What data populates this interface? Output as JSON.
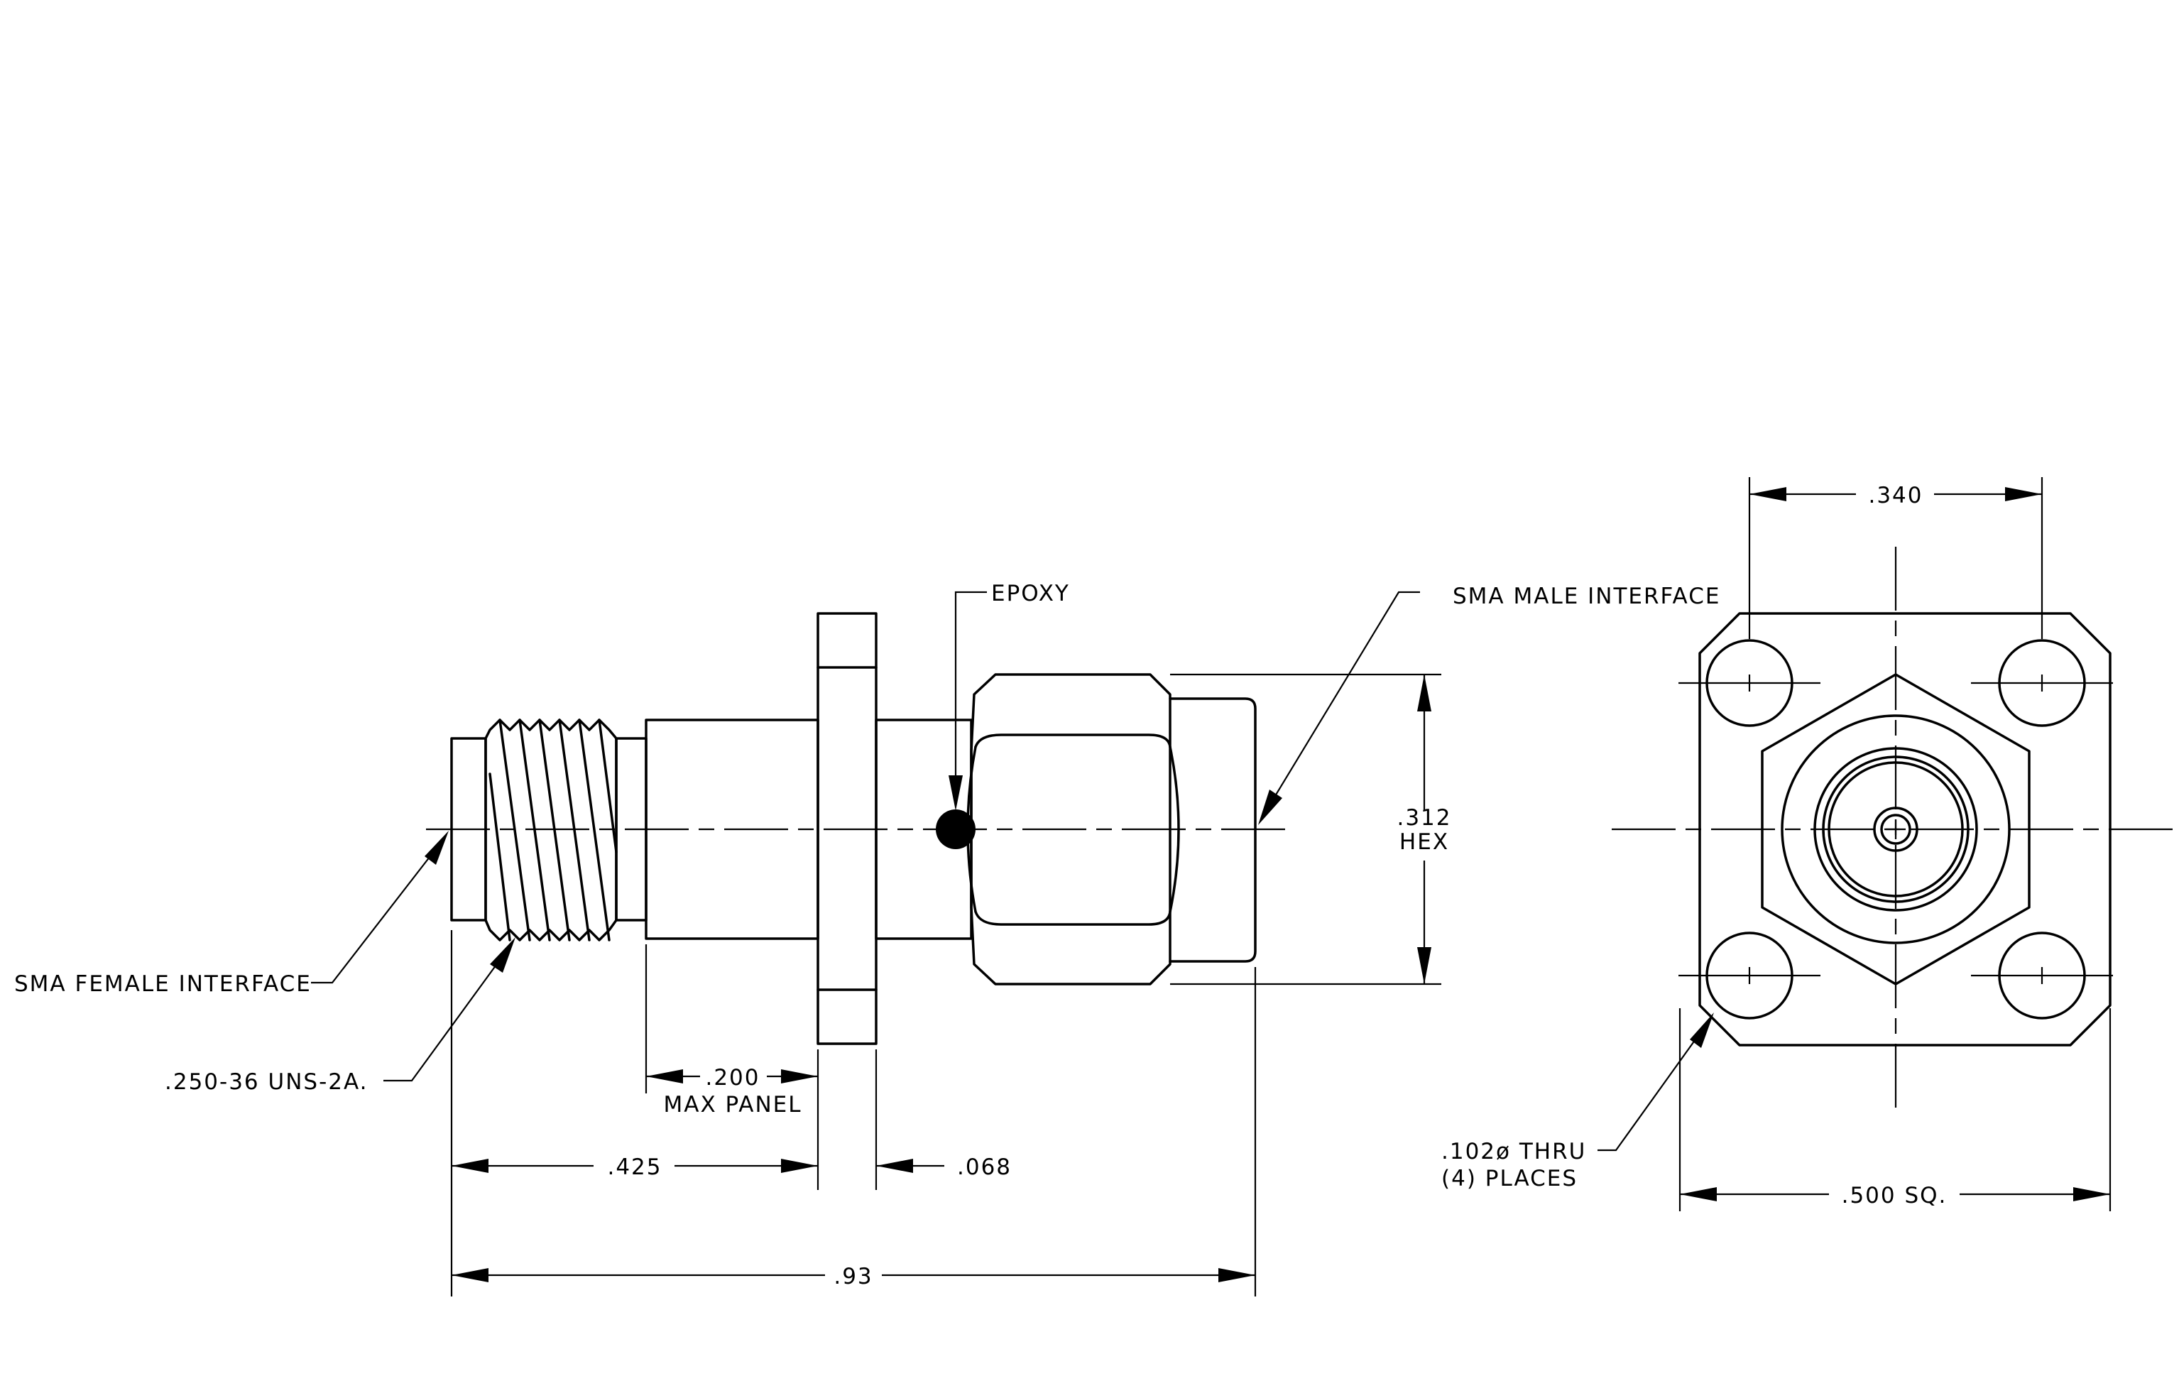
{
  "labels": {
    "epoxy": "EPOXY",
    "sma_male": "SMA MALE INTERFACE",
    "sma_female": "SMA FEMALE INTERFACE",
    "thread": ".250-36 UNS-2A.",
    "hex_value": ".312",
    "hex_word": "HEX",
    "panel_value": ".200",
    "panel_word": "MAX PANEL",
    "dim_425": ".425",
    "dim_068": ".068",
    "dim_93": ".93",
    "dim_340": ".340",
    "hole_size": ".102ø THRU",
    "hole_count": "(4) PLACES",
    "dim_500": ".500 SQ."
  }
}
